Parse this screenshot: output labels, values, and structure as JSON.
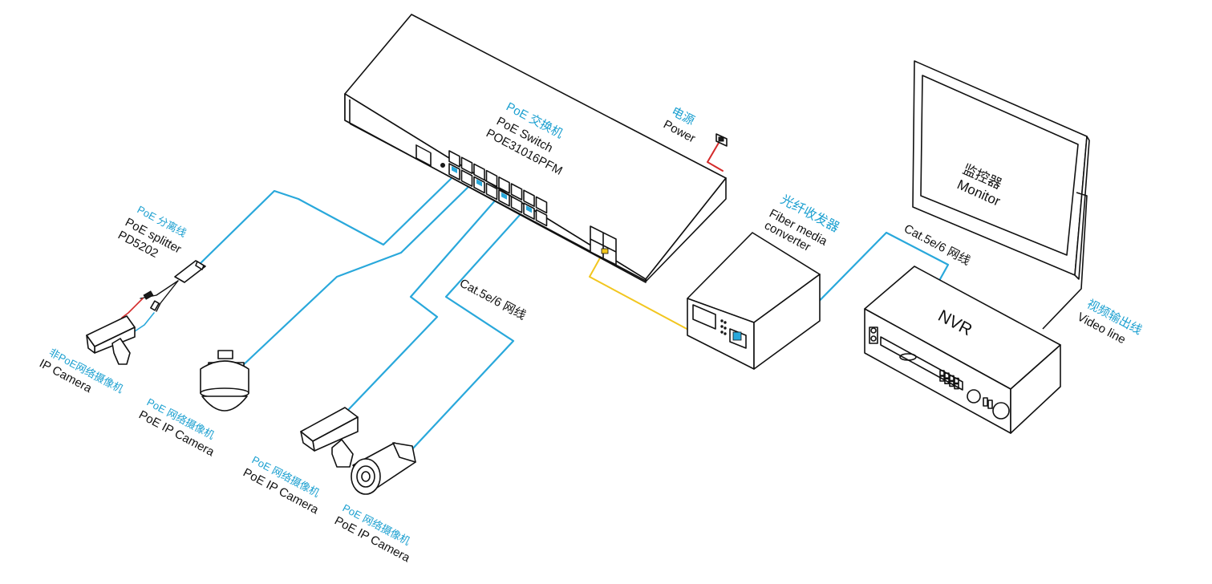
{
  "colors": {
    "cable_lan": "#29a8db",
    "cable_fiber": "#f2c61f",
    "cable_power": "#d42a2a",
    "label_cn": "#1a9fd0",
    "label_en": "#111111"
  },
  "labels": {
    "switch": {
      "cn": "PoE 交换机",
      "en1": "PoE  Switch",
      "en2": "POE31016PFM"
    },
    "power": {
      "cn": "电源",
      "en": "Power"
    },
    "fiber": {
      "cn": "光纤收发器",
      "en1": "Fiber media",
      "en2": "converter"
    },
    "monitor": {
      "cn": "监控器",
      "en": "Monitor"
    },
    "nvr": {
      "en": "NVR"
    },
    "cable_right": {
      "text": "Cat.5e/6 网线"
    },
    "cable_mid": {
      "text": "Cat.5e/6 网线"
    },
    "video": {
      "cn": "视频输出线",
      "en": "Video line"
    },
    "splitter": {
      "cn": "PoE 分离线",
      "en1": "PoE splitter",
      "en2": "PD5202"
    },
    "cam_nonpoe": {
      "cn": "非PoE网络摄像机",
      "en": "IP Camera"
    },
    "cam_dome": {
      "cn": "PoE 网络摄像机",
      "en": "PoE IP Camera"
    },
    "cam_box": {
      "cn": "PoE 网络摄像机",
      "en": "PoE IP Camera"
    },
    "cam_bullet": {
      "cn": "PoE 网络摄像机",
      "en": "PoE IP Camera"
    }
  }
}
